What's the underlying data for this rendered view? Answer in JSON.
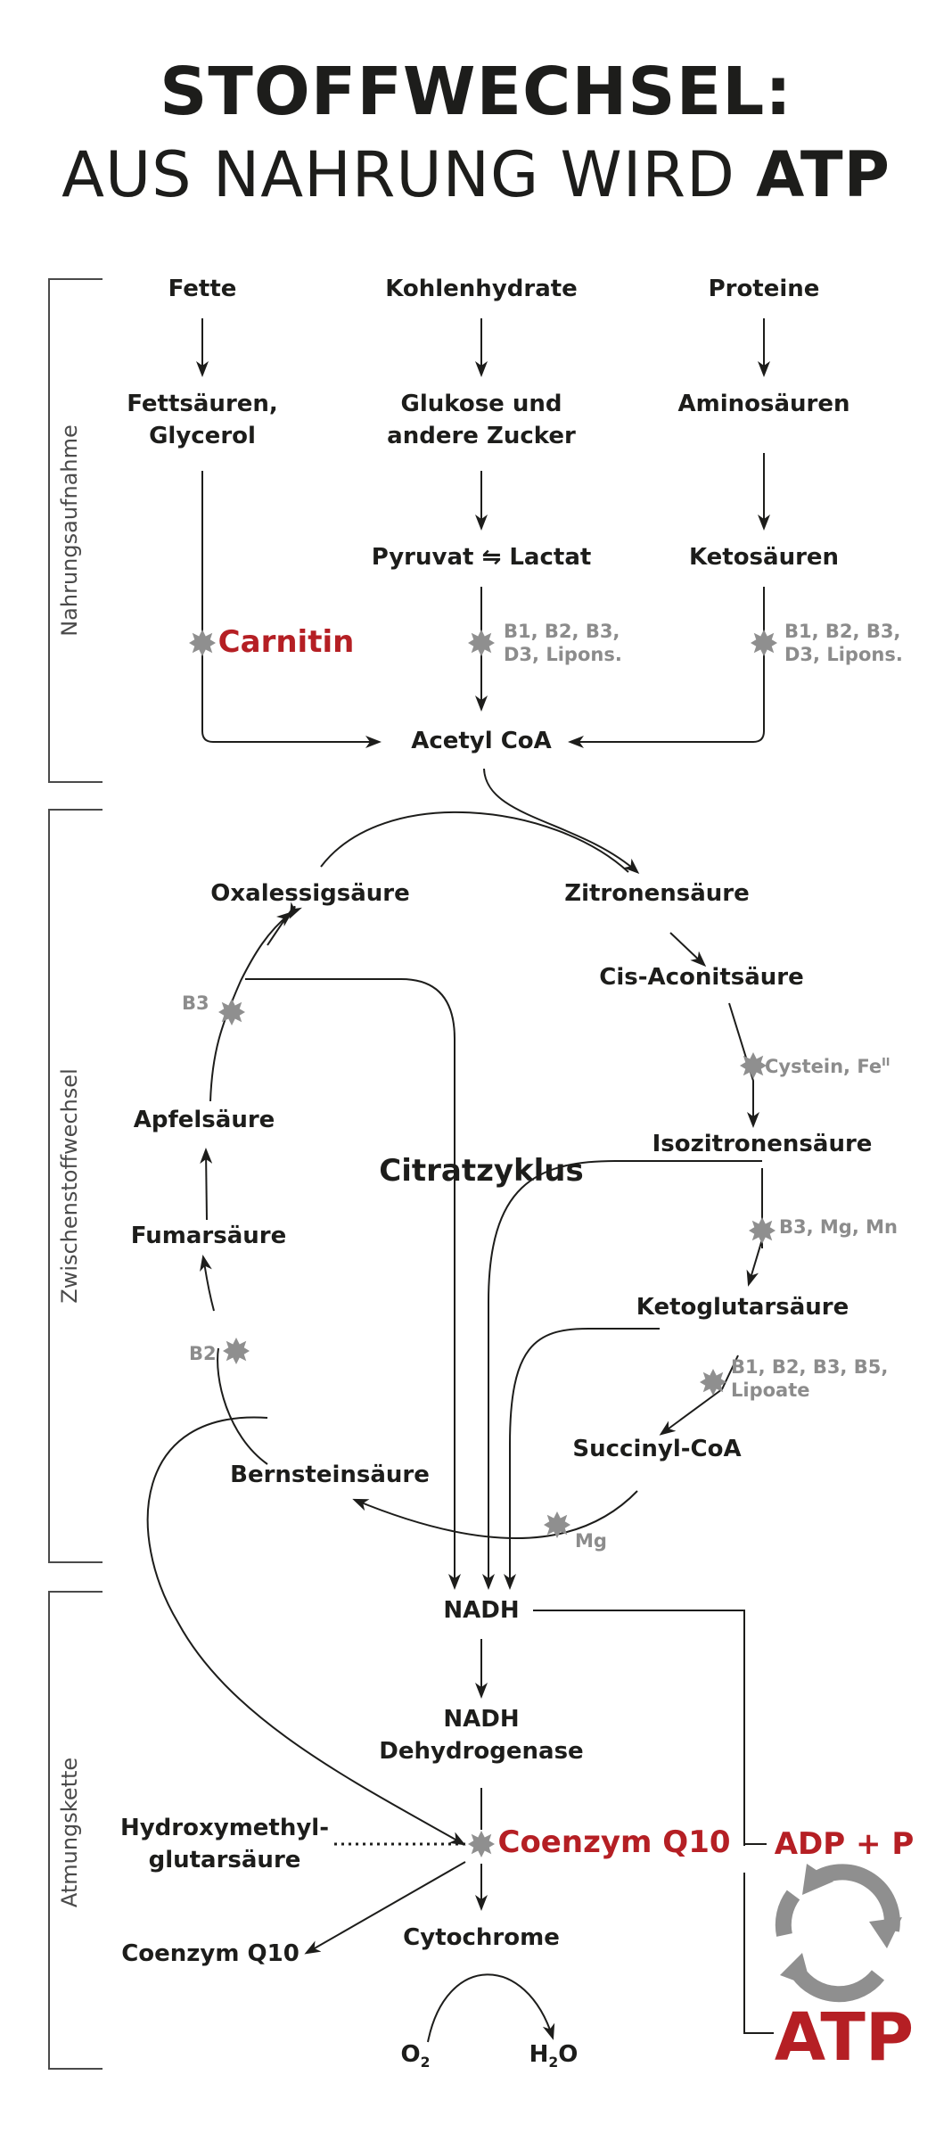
{
  "title": {
    "line1": "STOFFWECHSEL:",
    "line2_prefix": "AUS NAHRUNG WIRD ",
    "line2_bold": "ATP"
  },
  "sections": [
    "Nahrungsaufnahme",
    "Zwischenstoffwechsel",
    "Atmungskette"
  ],
  "intake": {
    "fette": "Fette",
    "kohlenhydrate": "Kohlenhydrate",
    "proteine": "Proteine",
    "fettsaeuren_1": "Fettsäuren,",
    "fettsaeuren_2": "Glycerol",
    "glukose_1": "Glukose und",
    "glukose_2": "andere Zucker",
    "aminosaeuren": "Aminosäuren",
    "pyruvat": "Pyruvat",
    "lactat": "Lactat",
    "ketosaeuren": "Ketosäuren",
    "carnitin": "Carnitin",
    "cof_mid_1": "B1, B2, B3,",
    "cof_mid_2": "D3, Lipons.",
    "cof_right_1": "B1, B2, B3,",
    "cof_right_2": "D3, Lipons.",
    "acetyl": "Acetyl CoA"
  },
  "cycle": {
    "center": "Citratzyklus",
    "oxalessig": "Oxalessigsäure",
    "zitronen": "Zitronensäure",
    "cis": "Cis-Aconitsäure",
    "cystein": "Cystein, Fe",
    "cystein_sup": "II",
    "isozitronen": "Isozitronensäure",
    "b3mgmn": "B3, Mg, Mn",
    "ketoglutar": "Ketoglutarsäure",
    "b1b5_1": "B1, B2, B3, B5,",
    "b1b5_2": "Lipoate",
    "succinyl": "Succinyl-CoA",
    "mg": "Mg",
    "bernstein": "Bernsteinsäure",
    "b2": "B2",
    "fumar": "Fumarsäure",
    "apfel": "Apfelsäure",
    "b3": "B3"
  },
  "resp": {
    "nadh": "NADH",
    "dehydro_1": "NADH",
    "dehydro_2": "Dehydrogenase",
    "hmg_1": "Hydroxymethyl-",
    "hmg_2": "glutarsäure",
    "q10_main": "Coenzym Q10",
    "q10_left": "Coenzym Q10",
    "cytochrome": "Cytochrome",
    "o2": "O",
    "o2_sub": "2",
    "h2o_h": "H",
    "h2o_sub": "2",
    "h2o_o": "O",
    "adp": "ADP + P",
    "atp": "ATP"
  },
  "colors": {
    "text": "#1d1d1b",
    "accent_red": "#b51f24",
    "cofactor_grey": "#8c8c8c",
    "cycle_icon": "#8f8f8f"
  }
}
